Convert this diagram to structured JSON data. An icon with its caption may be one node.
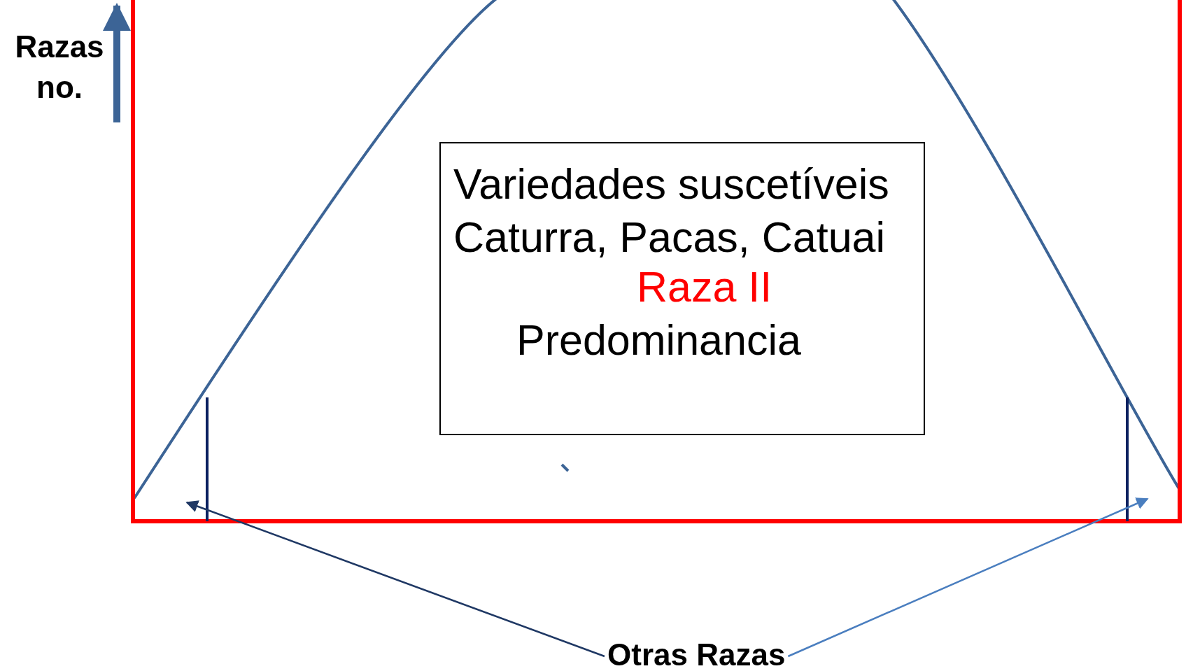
{
  "diagram": {
    "nodes": [
      {
        "text": [
          "Variedades suscetíveis Caturra, Pacas, Catuai",
          "Raza II",
          "Predominancia"
        ]
      },
      {
        "text": [
          "Otras Razas"
        ]
      }
    ],
    "edges": [
      {
        "from": 1,
        "to": null,
        "arrow": "to",
        "color": "#1f3864"
      },
      {
        "from": 1,
        "to": null,
        "arrow": "to",
        "color": "#4a7ebf"
      }
    ],
    "labels": [
      "Razas no."
    ]
  }
}
